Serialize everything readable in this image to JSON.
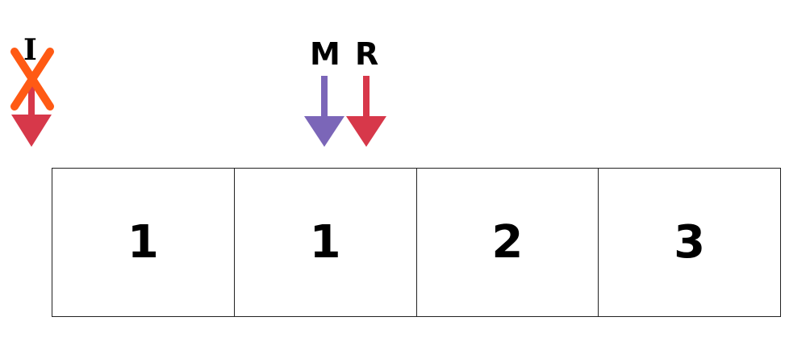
{
  "pointers": [
    {
      "id": "i",
      "label": "I",
      "crossed_out": true,
      "color": "#d7384a"
    },
    {
      "id": "m",
      "label": "M",
      "crossed_out": false,
      "color": "#7b66b8"
    },
    {
      "id": "r",
      "label": "R",
      "crossed_out": false,
      "color": "#d7384a"
    }
  ],
  "cross_color": "#ff5a14",
  "array": {
    "cells": [
      "1",
      "1",
      "2",
      "3"
    ]
  }
}
